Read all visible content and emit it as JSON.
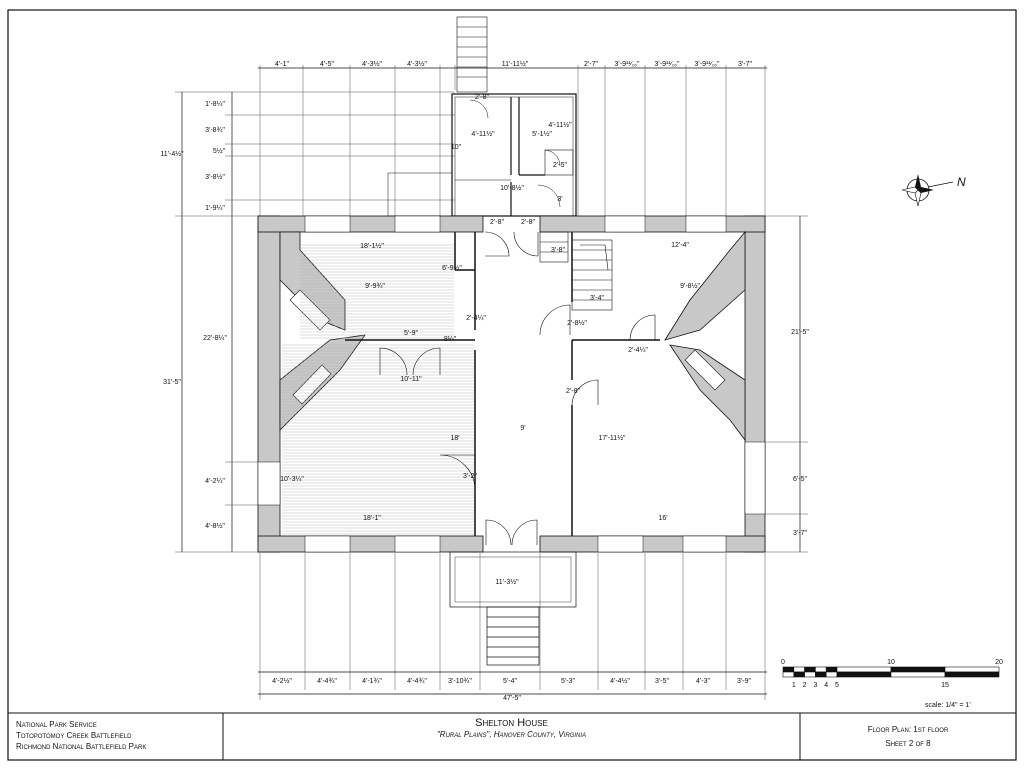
{
  "title_block": {
    "agency": [
      "National Park Service",
      "Totopotomoy Creek Battlefield",
      "Richmond National Battlefield Park"
    ],
    "title": "Shelton House",
    "subtitle": "\"Rural Plains\",  Hanover County,  Virginia",
    "sheet_name": "Floor Plan: 1st floor",
    "sheet_number": "Sheet 2 of 8"
  },
  "scale": {
    "label": "scale: 1/4\" = 1'",
    "top_ticks": [
      "0",
      "10",
      "20"
    ],
    "bottom_ticks": [
      "1",
      "2",
      "3",
      "4",
      "5",
      "15"
    ]
  },
  "dimensions": {
    "top": [
      "4'-1\"",
      "4'-5\"",
      "4'-3½\"",
      "4'-3½\"",
      "11'-11½\"",
      "2'-7\"",
      "3'-9¹¹⁄₁₆\"",
      "3'-9¹¹⁄₁₆\"",
      "3'-9¹¹⁄₁₆\"",
      "3'-7\""
    ],
    "bottom": [
      "4'-2½\"",
      "4'-4¾\"",
      "4'-1¾\"",
      "4'-4¾\"",
      "3'-10¾\"",
      "5'-4\"",
      "5'-3\"",
      "4'-4½\"",
      "3'-5\"",
      "4'-3\"",
      "3'-9\""
    ],
    "overall_width": "47'-5\"",
    "left": [
      "1'-8¼\"",
      "3'-8¾\"",
      "5½\"",
      "3'-8½\"",
      "1'-9¼\""
    ],
    "left_total": "11'-4½\"",
    "left_lower": [
      "22'-8¼\"",
      "4'-2¼\"",
      "4'-8½\""
    ],
    "overall_depth": "31'-5\"",
    "right": [
      "21'-5\"",
      "6'-5\"",
      "3'-7\""
    ],
    "rooms": {
      "wing_a": "2'-8\"",
      "wing_b": "4'-11½\"",
      "wing_c": "5'-1½\"",
      "wing_d": "4'-11½\"",
      "wing_e": "10\"",
      "wing_f": "2'-5\"",
      "wing_g": "10'-8½\"",
      "wing_h": "3'",
      "wing_i": "2'-8\"",
      "wing_j": "2'-8\"",
      "nw_width": "18'-1½\"",
      "nw_depth": "9'-9¾\"",
      "nw_closet": "6'-9½\"",
      "hall_a": "2'-4¼\"",
      "hall_b": "5'-9\"",
      "hall_c": "8¼\"",
      "hall_d": "10'-11\"",
      "stair_a": "3'-8\"",
      "stair_b": "3'-4\"",
      "stair_c": "2'-8½\"",
      "ne_width": "12'-4\"",
      "ne_depth": "9'-8½\"",
      "ne_d": "2'-4¼\"",
      "hall_e": "2'-8\"",
      "hall_width": "9'",
      "sw_f": "18'",
      "sw_depth": "10'-3¼\"",
      "sw_width": "18'-1\"",
      "sw_door": "3'-2\"",
      "se_depth": "17'-11½\"",
      "se_width": "16'",
      "porch": "11'-3½\""
    }
  },
  "compass": {
    "north_letter": "N"
  }
}
